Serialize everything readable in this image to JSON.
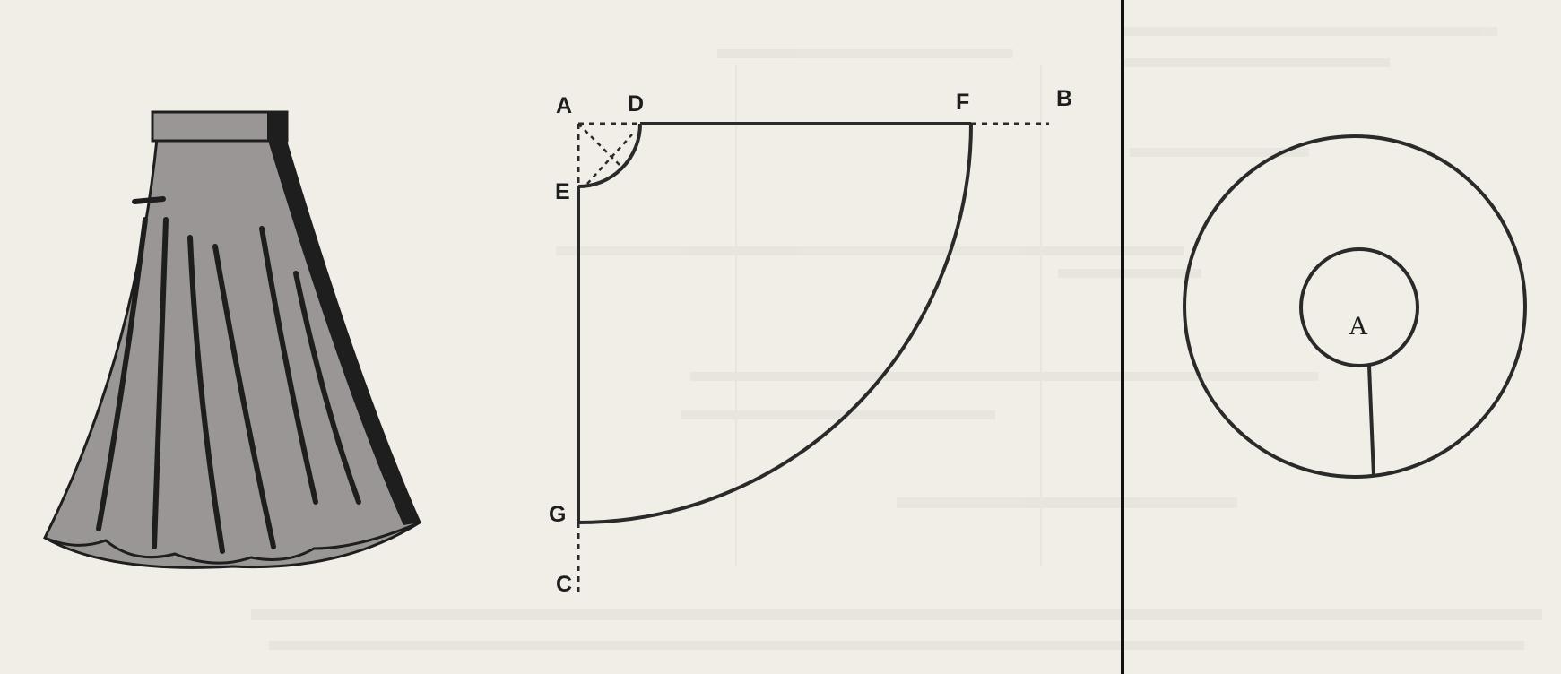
{
  "pattern_diagram": {
    "points": {
      "a": "A",
      "b": "B",
      "c": "C",
      "d": "D",
      "e": "E",
      "f": "F",
      "g": "G"
    }
  },
  "circle_diagram": {
    "label": "A"
  },
  "colors": {
    "paper": "#f1eee8",
    "ink": "#2a2a2a",
    "skirt_fill": "#9a9696",
    "skirt_shadow": "#1e1e1e"
  }
}
